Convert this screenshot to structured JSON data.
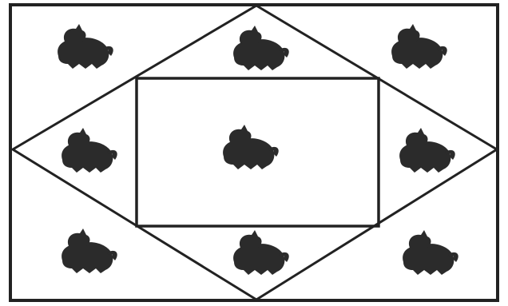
{
  "figure": {
    "line_color": "#222222",
    "animal_color": "#2b2b2b",
    "animal_icon": "cat-icon",
    "regions": [
      {
        "name": "corner-top-left",
        "animals": 1
      },
      {
        "name": "diamond-top",
        "animals": 1
      },
      {
        "name": "corner-top-right",
        "animals": 1
      },
      {
        "name": "diamond-left",
        "animals": 1
      },
      {
        "name": "inner-square",
        "animals": 1
      },
      {
        "name": "diamond-right",
        "animals": 1
      },
      {
        "name": "corner-bottom-left",
        "animals": 1
      },
      {
        "name": "diamond-bottom",
        "animals": 1
      },
      {
        "name": "corner-bottom-right",
        "animals": 1
      }
    ]
  }
}
